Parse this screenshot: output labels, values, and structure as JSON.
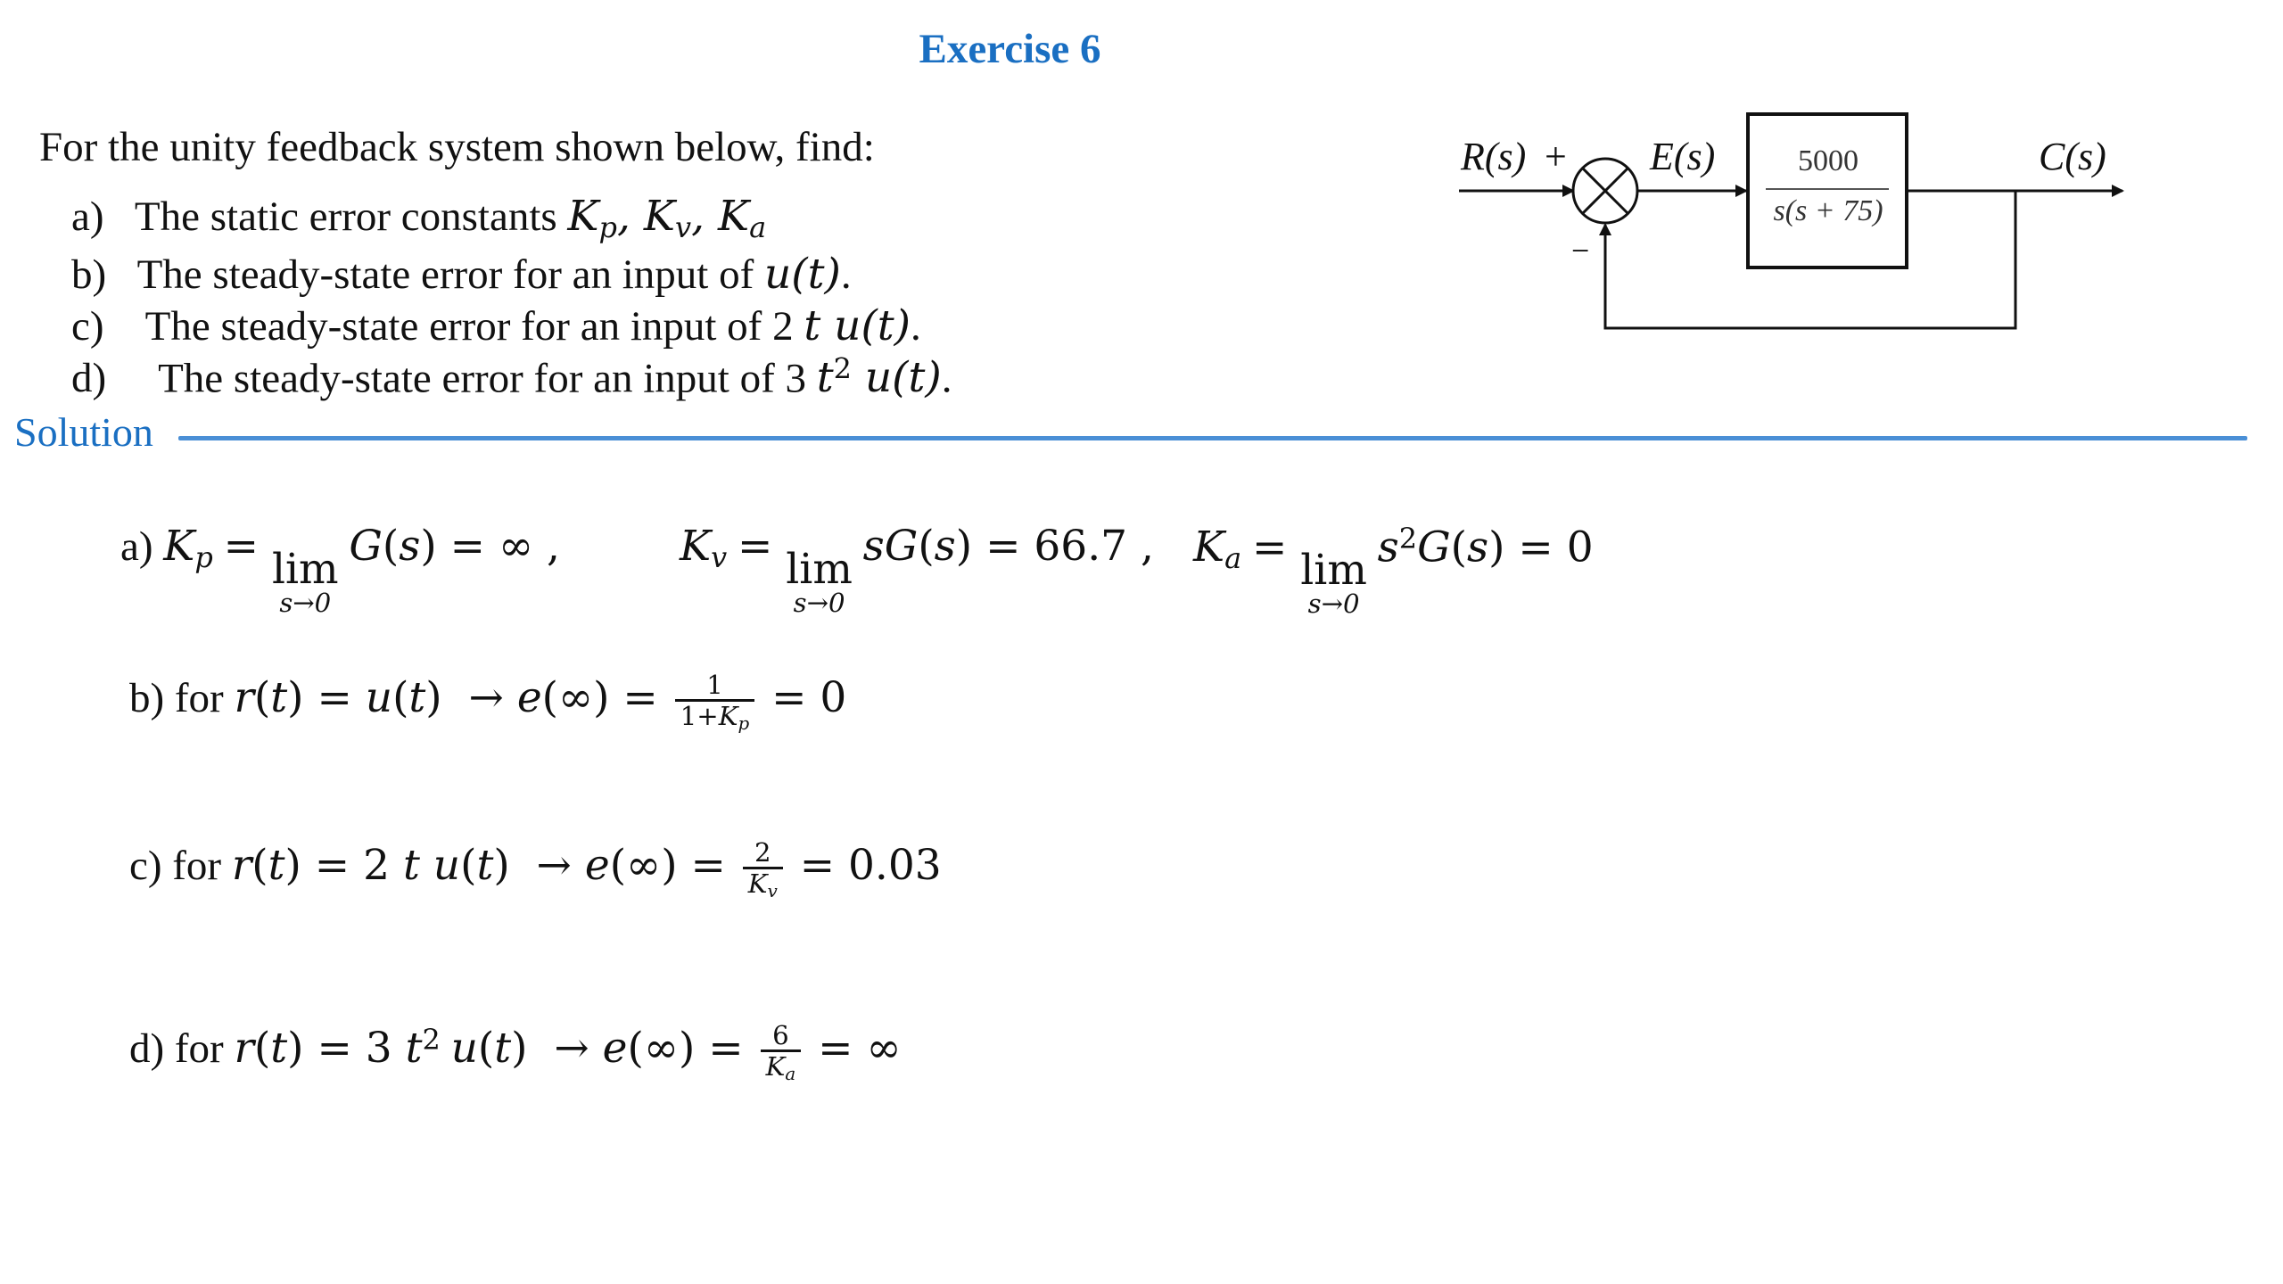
{
  "title": "Exercise 6",
  "intro": "For the unity feedback system shown below, find:",
  "questions": [
    {
      "letter": "a)",
      "text": "The static error constants "
    },
    {
      "letter": "b)",
      "text": "The steady-state error for an input of "
    },
    {
      "letter": "c)",
      "text": "The steady-state error for an input of 2 "
    },
    {
      "letter": "d)",
      "text": "The steady-state error for an input of 3 "
    }
  ],
  "solution_label": "Solution",
  "diagram": {
    "input_label": "R(s)",
    "plus_sign": "+",
    "minus_sign": "−",
    "error_label": "E(s)",
    "output_label": "C(s)",
    "tf_numerator": "5000",
    "tf_denominator": "s(s + 75)"
  },
  "answers": {
    "a_prefix": "a) ",
    "b_prefix": "b) for ",
    "c_prefix": "c) for ",
    "d_prefix": "d) for ",
    "kv_value": "66.7",
    "ka_value": "0",
    "b_result": "0",
    "c_result": "0.03",
    "d_result": "∞"
  }
}
